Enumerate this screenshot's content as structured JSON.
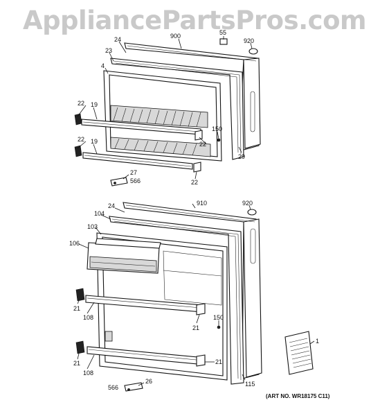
{
  "watermark": "AppliancePartsPros.com",
  "art_no": "(ART NO. WR18175 C11)",
  "callouts": {
    "top": {
      "c24": "24",
      "c900": "900",
      "c55": "55",
      "c920": "920",
      "c23": "23",
      "c4": "4",
      "c22a": "22",
      "c19a": "19",
      "c150": "150",
      "c22b": "22",
      "c29": "29",
      "c22c": "22",
      "c19b": "19",
      "c27": "27",
      "c566": "566",
      "c22d": "22"
    },
    "bottom": {
      "c24": "24",
      "c910": "910",
      "c920": "920",
      "c104": "104",
      "c103": "103",
      "c106": "106",
      "c21a": "21",
      "c108a": "108",
      "c150": "150",
      "c21b": "21",
      "c21c": "21",
      "c108b": "108",
      "c21d": "21",
      "c115": "115",
      "c1": "1",
      "c566": "566",
      "c26": "26"
    }
  }
}
